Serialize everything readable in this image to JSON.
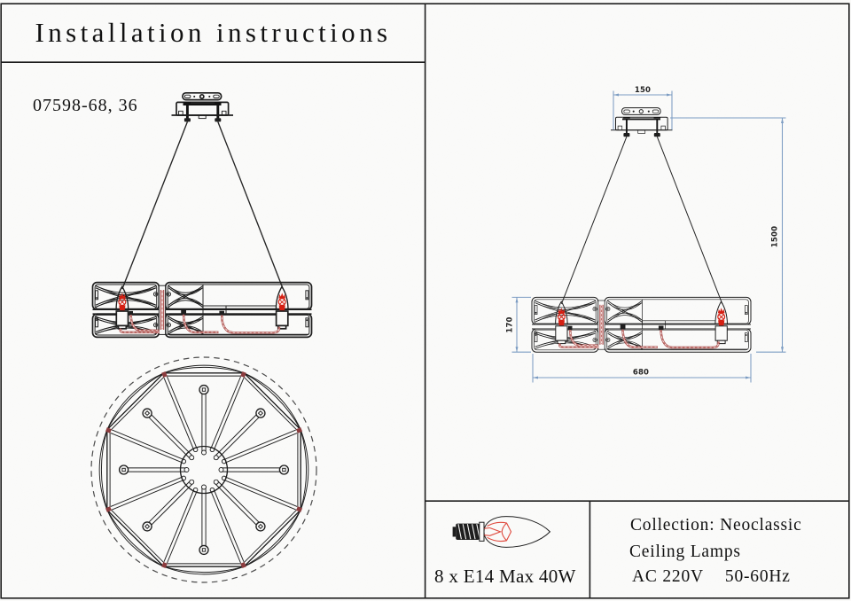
{
  "page": {
    "title": "Installation instructions",
    "model": "07598-68, 36"
  },
  "dims": {
    "plate_width": "150",
    "drop_height": "1500",
    "body_height": "170",
    "body_width": "680"
  },
  "info": {
    "bulb_spec": "8 x E14 Max 40W",
    "collection": "Collection: Neoclassic",
    "category": "Ceiling Lamps",
    "voltage": "AC 220V",
    "frequency": "50-60Hz"
  },
  "colors": {
    "ink": "#1c1c1c",
    "dimension_blue": "#7b9cc3",
    "lamp_red": "#d51d10",
    "wire_red": "#a03a38",
    "clip_red": "#8c3a3c",
    "background": "#fbfbfa"
  }
}
